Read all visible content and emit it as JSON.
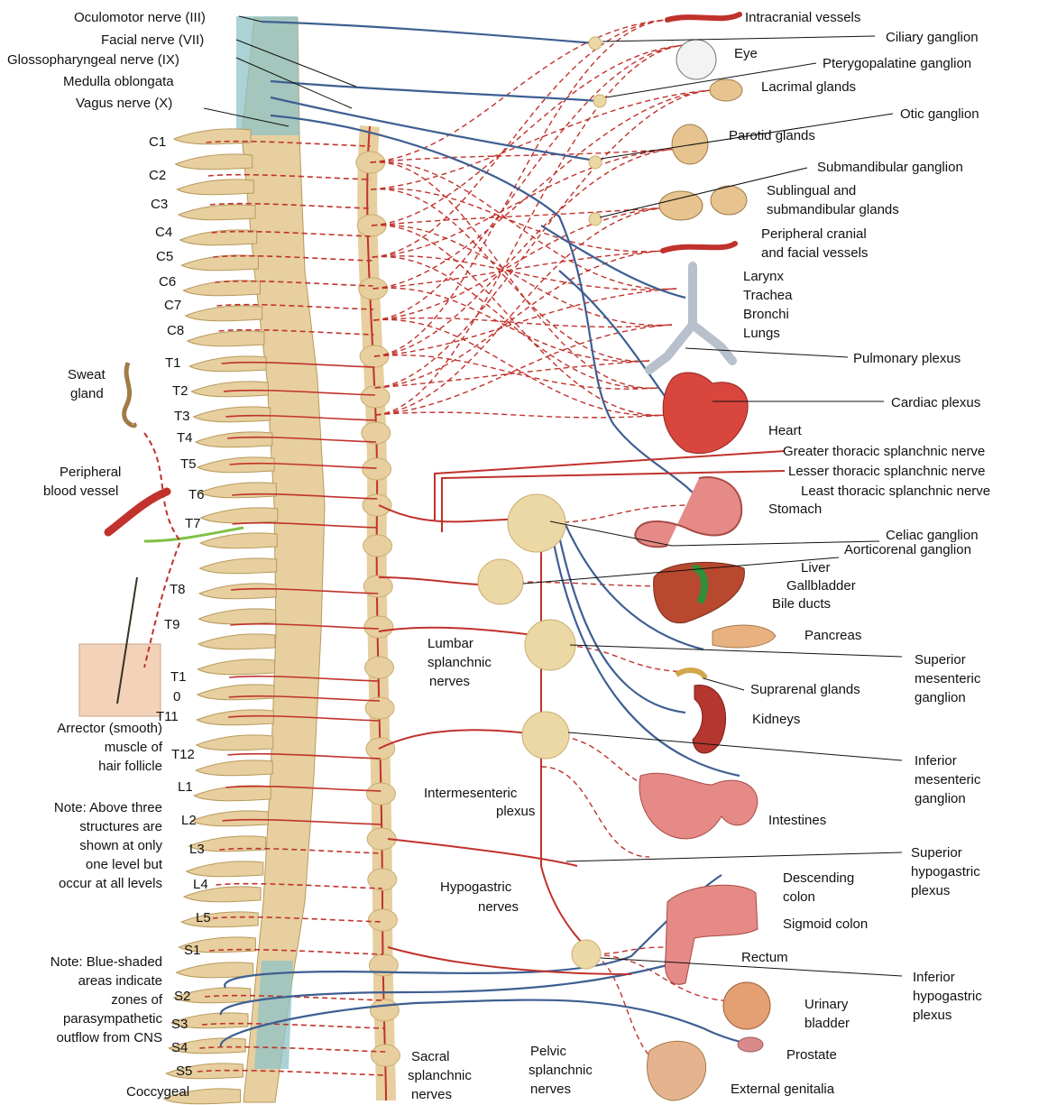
{
  "colors": {
    "background": "#ffffff",
    "sympathetic": "#c0322b",
    "parasympathetic": "#3e5f92",
    "spine_bone": "#e7cf9f",
    "outflow_shading": "#8fc3c7",
    "ganglion": "#ecd8a5",
    "gray_ramus": "#7fc144",
    "leader": "#111111"
  },
  "labels": {
    "oculomotor": "Oculomotor nerve (III)",
    "facial": "Facial nerve (VII)",
    "glosso": "Glossopharyngeal nerve (IX)",
    "medulla": "Medulla oblongata",
    "vagus": "Vagus nerve (X)",
    "sweat_l1": "Sweat",
    "sweat_l2": "gland",
    "pbv_l1": "Peripheral",
    "pbv_l2": "blood vessel",
    "arrector_l1": "Arrector (smooth)",
    "arrector_l2": "muscle of",
    "arrector_l3": "hair follicle",
    "note1_l1": "Note: Above three",
    "note1_l2": "structures are",
    "note1_l3": "shown at only",
    "note1_l4": "one level but",
    "note1_l5": "occur at all levels",
    "note2_l1": "Note: Blue-shaded",
    "note2_l2": "areas indicate",
    "note2_l3": "zones of",
    "note2_l4": "parasympathetic",
    "note2_l5": "outflow from CNS",
    "lumbar_l1": "Lumbar",
    "lumbar_l2": "splanchnic",
    "lumbar_l3": "nerves",
    "intermes_l1": "Intermesenteric",
    "intermes_l2": "plexus",
    "hypo_l1": "Hypogastric",
    "hypo_l2": "nerves",
    "sacral_l1": "Sacral",
    "sacral_l2": "splanchnic",
    "sacral_l3": "nerves",
    "pelvic_l1": "Pelvic",
    "pelvic_l2": "splanchnic",
    "pelvic_l3": "nerves",
    "intracranial": "Intracranial vessels",
    "ciliary": "Ciliary ganglion",
    "eye": "Eye",
    "pterygo": "Pterygopalatine ganglion",
    "lacrimal": "Lacrimal glands",
    "otic": "Otic ganglion",
    "parotid": "Parotid glands",
    "submand_gang": "Submandibular ganglion",
    "subling_l1": "Sublingual and",
    "subling_l2": "submandibular glands",
    "periph_l1": "Peripheral cranial",
    "periph_l2": "and facial vessels",
    "larynx": "Larynx",
    "trachea": "Trachea",
    "bronchi": "Bronchi",
    "lungs": "Lungs",
    "pulmonary": "Pulmonary plexus",
    "cardiac": "Cardiac plexus",
    "heart": "Heart",
    "greater": "Greater thoracic splanchnic nerve",
    "lesser": "Lesser thoracic splanchnic nerve",
    "least": "Least thoracic splanchnic nerve",
    "stomach": "Stomach",
    "celiac": "Celiac ganglion",
    "aorticorenal": "Aorticorenal ganglion",
    "liver": "Liver",
    "gallbladder": "Gallbladder",
    "bileducts": "Bile ducts",
    "pancreas": "Pancreas",
    "supmes_l1": "Superior",
    "supmes_l2": "mesenteric",
    "supmes_l3": "ganglion",
    "suprarenal": "Suprarenal glands",
    "kidneys": "Kidneys",
    "infmes_l1": "Inferior",
    "infmes_l2": "mesenteric",
    "infmes_l3": "ganglion",
    "intestines": "Intestines",
    "suphypo_l1": "Superior",
    "suphypo_l2": "hypogastric",
    "suphypo_l3": "plexus",
    "desc_l1": "Descending",
    "desc_l2": "colon",
    "sigmoid": "Sigmoid colon",
    "rectum": "Rectum",
    "infhypo_l1": "Inferior",
    "infhypo_l2": "hypogastric",
    "infhypo_l3": "plexus",
    "bladder_l1": "Urinary",
    "bladder_l2": "bladder",
    "prostate": "Prostate",
    "genitalia": "External genitalia"
  },
  "levels": [
    "C1",
    "C2",
    "C3",
    "C4",
    "C5",
    "C6",
    "C7",
    "C8",
    "T1",
    "T2",
    "T3",
    "T4",
    "T5",
    "T6",
    "T7",
    "T8",
    "T9",
    "T1",
    "0",
    "T11",
    "T12",
    "L1",
    "L2",
    "L3",
    "L4",
    "L5",
    "S1",
    "S2",
    "S3",
    "S4",
    "S5",
    "Coccygeal"
  ]
}
